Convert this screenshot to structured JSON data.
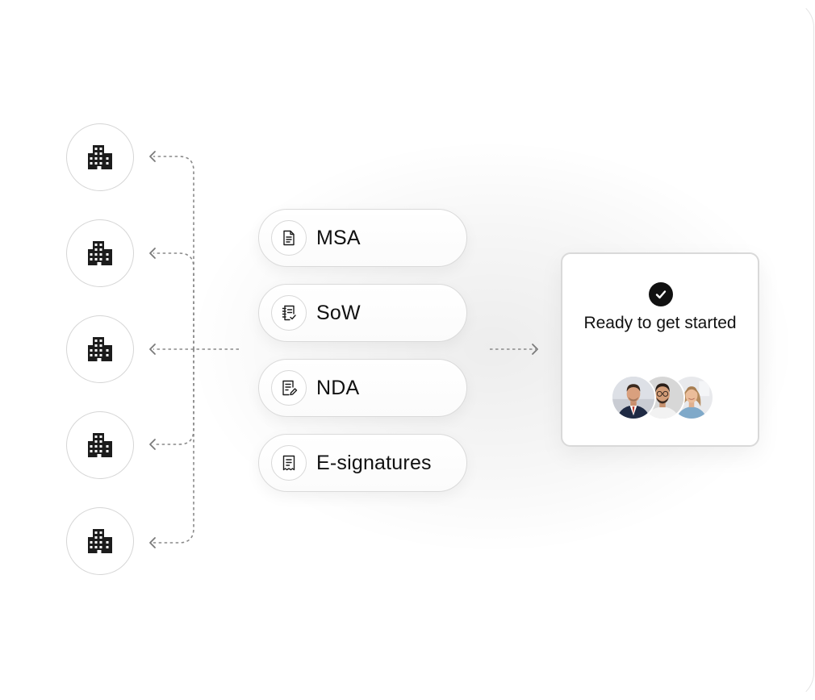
{
  "documents": [
    {
      "label": "MSA",
      "icon": "document-icon"
    },
    {
      "label": "SoW",
      "icon": "checklist-icon"
    },
    {
      "label": "NDA",
      "icon": "document-edit-icon"
    },
    {
      "label": "E-signatures",
      "icon": "receipt-icon"
    }
  ],
  "companies": [
    {
      "icon": "building-icon"
    },
    {
      "icon": "building-icon"
    },
    {
      "icon": "building-icon"
    },
    {
      "icon": "building-icon"
    },
    {
      "icon": "building-icon"
    }
  ],
  "result": {
    "title": "Ready to get started",
    "status_icon": "check-circle-icon",
    "avatars": [
      "avatar-man-suit",
      "avatar-man-glasses",
      "avatar-woman"
    ]
  },
  "colors": {
    "text": "#111111",
    "border": "#d9d9d9",
    "connector": "#8a8a8a",
    "icon": "#1c1c1c"
  }
}
